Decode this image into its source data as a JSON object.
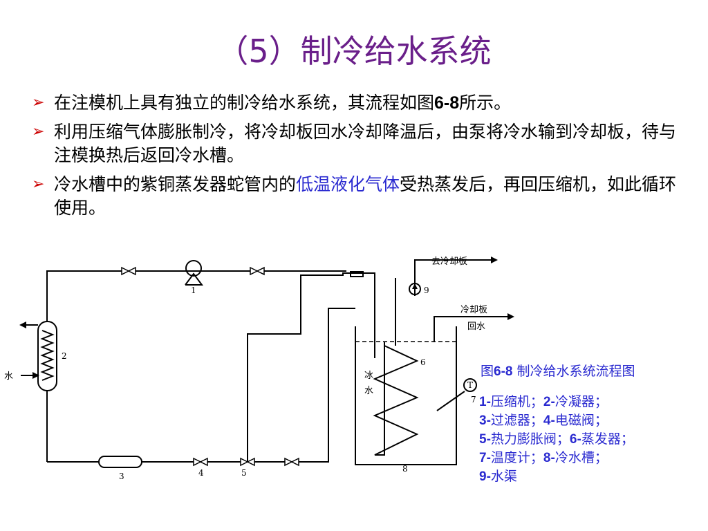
{
  "title": "（5）制冷给水系统",
  "bullets": [
    {
      "pre": "在注模机上具有独立的制冷给水系统，其流程如图",
      "bold": "6-8",
      "post": "所示。"
    },
    {
      "text": "利用压缩气体膨胀制冷，将冷却板回水冷却降温后，由泵将冷水输到冷却板，待与注模换热后返回冷水槽。"
    },
    {
      "pre": "冷水槽中的紫铜蒸发器蛇管内的",
      "highlight": "低温液化气体",
      "post": "受热蒸发后，再回压缩机，如此循环使用。"
    }
  ],
  "figure": {
    "caption_pre": "图",
    "caption_bold": "6-8",
    "caption_post": " 制冷给水系统流程图",
    "labels": {
      "to_cooling_plate": "去冷却板",
      "cooling_plate": "冷却板",
      "return_water": "回水",
      "water": "水",
      "ice": "冰",
      "ice_water": "水",
      "n1": "1",
      "n2": "2",
      "n3": "3",
      "n4": "4",
      "n5": "5",
      "n6": "6",
      "n7": "7",
      "n8": "8",
      "n9": "9",
      "thermometer": "T"
    },
    "legend": [
      [
        {
          "num": "1-",
          "name": "压缩机；"
        },
        {
          "num": "2-",
          "name": "冷凝器；"
        }
      ],
      [
        {
          "num": "3-",
          "name": "过滤器；"
        },
        {
          "num": "4-",
          "name": "电磁阀；"
        }
      ],
      [
        {
          "num": "5-",
          "name": "热力膨胀阀；"
        },
        {
          "num": "6-",
          "name": "蒸发器；"
        }
      ],
      [
        {
          "num": "7-",
          "name": "温度计；"
        },
        {
          "num": "8-",
          "name": "冷水槽；"
        }
      ],
      [
        {
          "num": "9-",
          "name": "水渠"
        }
      ]
    ]
  }
}
